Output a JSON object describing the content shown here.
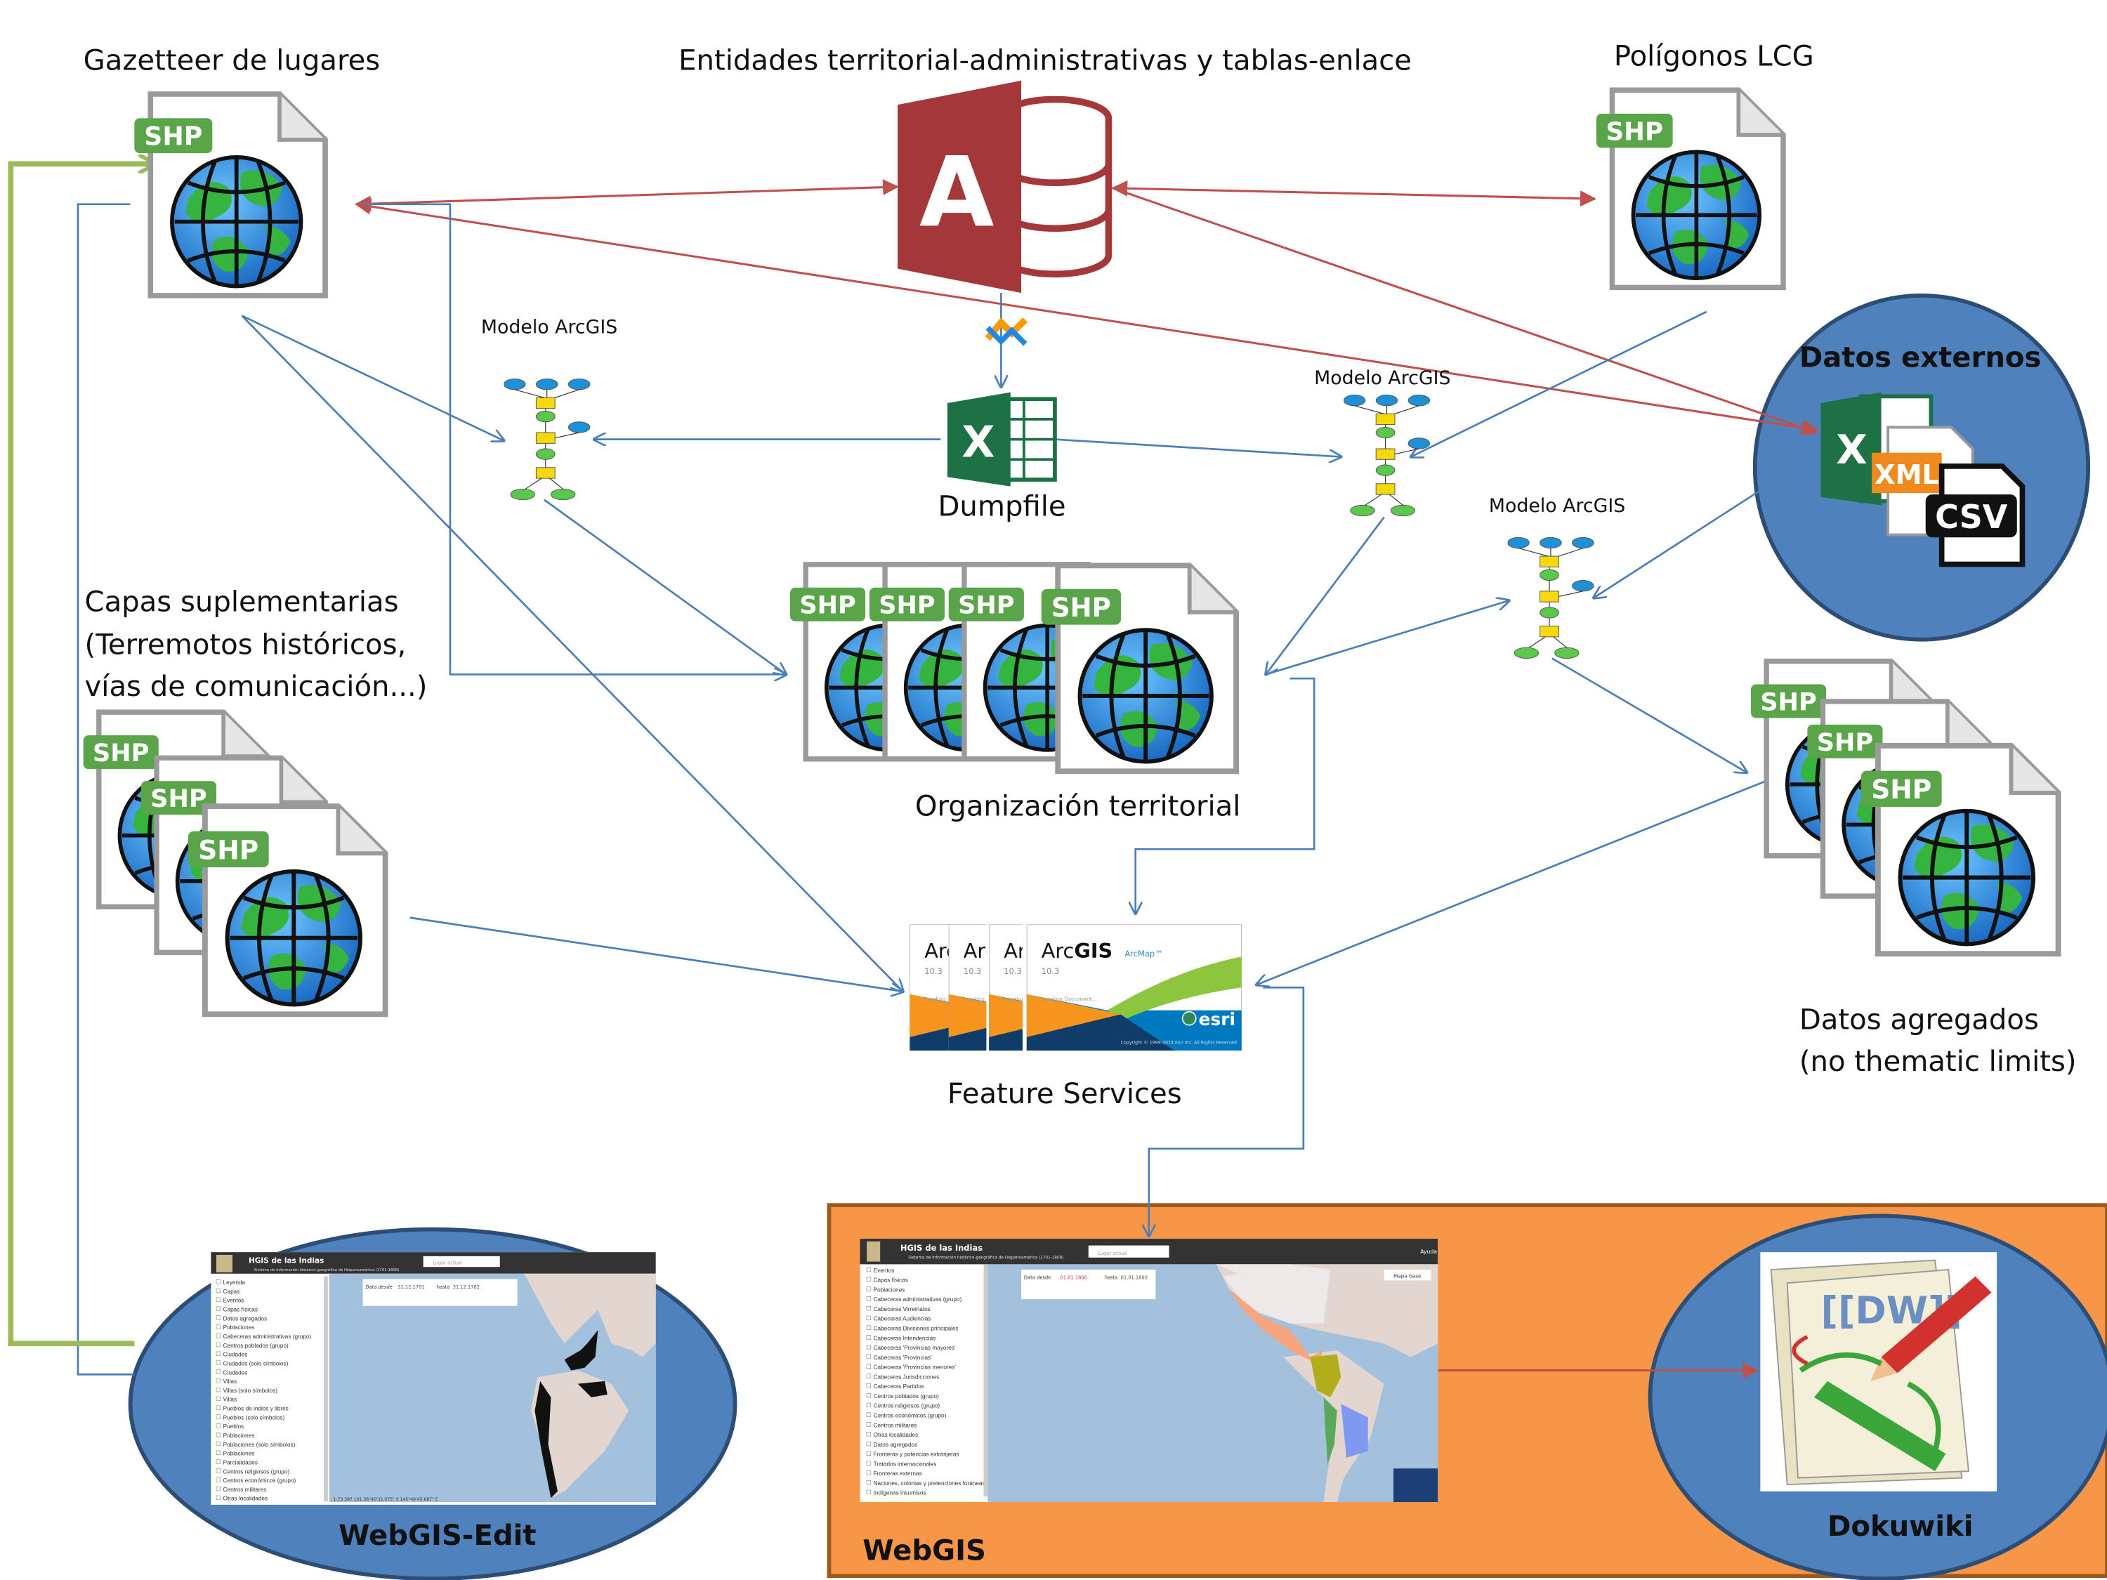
{
  "labels": {
    "gazetteer": "Gazetteer de lugares",
    "entidades": "Entidades territorial-administrativas y tablas-enlace",
    "poligonos": "Polígonos LCG",
    "datos_externos": "Datos externos",
    "modelo_1": "Modelo ArcGIS",
    "modelo_2": "Modelo ArcGIS",
    "modelo_3": "Modelo ArcGIS",
    "dumpfile": "Dumpfile",
    "capas_1": "Capas suplementarias",
    "capas_2": "(Terremotos históricos,",
    "capas_3": "vías de comunicación...)",
    "organizacion": "Organización territorial",
    "datos_agregados_1": "Datos agregados",
    "datos_agregados_2": "(no thematic limits)",
    "feature_services": "Feature Services",
    "webgis_edit": "WebGIS-Edit",
    "webgis": "WebGIS",
    "dokuwiki": "Dokuwiki"
  },
  "icons": {
    "shp_label": "SHP",
    "access_letter": "A",
    "excel_letter": "X",
    "xml_label": "XML",
    "csv_label": "CSV",
    "dokuwiki_label": "[[DW]]"
  },
  "arcgis_splash": {
    "brand_light": "Arc",
    "brand_bold": "GIS",
    "product": "ArcMap™",
    "version": "10.3",
    "loading": "Loading Document...",
    "loading_short": "Loading",
    "vendor": "esri",
    "copyright": "Copyright © 1999-2014 Esri Inc. All Rights Reserved"
  },
  "hgis_edit": {
    "title": "HGIS de las Indias",
    "subtitle": "Sistema de información histórico-geográfica de Hispanoamérica (1701-1808)",
    "search_placeholder": "Lugar actual",
    "date_from_label": "Data desde",
    "date_from": "31.12.1781",
    "date_to_label": "hasta",
    "date_to": "31.12.1782",
    "coords": "1:73 387 101  38°40'32.075\" S  145°49'45.687\" E",
    "layers": [
      "Leyenda",
      "Capas",
      "Eventos",
      "Capas físicas",
      "Datos agregados",
      "Poblaciones",
      "Cabeceras administrativas (grupo)",
      "Centros poblados (grupo)",
      "Ciudades",
      "Ciudades (solo símbolos)",
      "Ciudades",
      "Villas",
      "Villas (solo símbolos)",
      "Villas",
      "Pueblos de indios y libres",
      "Pueblos (solo símbolos)",
      "Pueblos",
      "Poblaciones",
      "Poblaciones (solo símbolos)",
      "Poblaciones",
      "Parcialidades",
      "Centros religiosos (grupo)",
      "Centros económicos (grupo)",
      "Centros militares",
      "Otras localidades"
    ]
  },
  "hgis_public": {
    "title": "HGIS de las Indias",
    "subtitle": "Sistema de información histórico-geográfica de Hispanoamérica (1701-1808)",
    "search_placeholder": "Lugar actual",
    "help": "Ayuda",
    "basemap": "Mapa base",
    "date_from_label": "Data desde",
    "date_from": "01.01.1800",
    "date_to_label": "hasta",
    "date_to": "01.01.1800",
    "layers": [
      "Eventos",
      "Capas físicas",
      "Poblaciones",
      "Cabeceras administrativas (grupo)",
      "Cabeceras Virreinatos",
      "Cabeceras Audiencias",
      "Cabeceras Divisiones principales",
      "Cabeceras Intendencias",
      "Cabeceras 'Provincias mayores'",
      "Cabeceras 'Provincias'",
      "Cabeceras 'Provincias menores'",
      "Cabeceras Jurisdicciones",
      "Cabeceras Partidos",
      "Centros poblados (grupo)",
      "Centros religiosos (grupo)",
      "Centros económicos (grupo)",
      "Centros militares",
      "Otras localidades",
      "Datos agregados",
      "Fronteras y potencias extranjeras",
      "Tratados internacionales",
      "Fronteras externas",
      "Naciones, colonias y pretenciones foráneas",
      "Indígenas insumisos"
    ]
  },
  "colors": {
    "flow_blue": "#4a7ebb",
    "flow_red": "#c0504d",
    "flow_green": "#9bbb59",
    "ellipse_blue": "#4f81bd",
    "webgis_orange": "#f79646",
    "access_red": "#a4373a",
    "excel_green": "#1e7145"
  }
}
